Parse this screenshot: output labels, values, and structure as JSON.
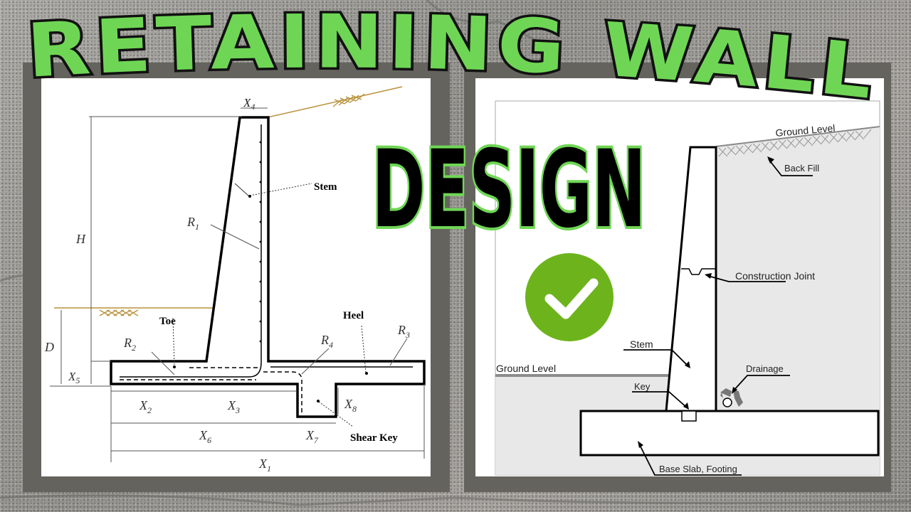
{
  "title": {
    "line1": "RETAINING WALL",
    "line2": "DESIGN",
    "line1_fill": "#6fd655",
    "line1_stroke": "#111111",
    "line2_fill": "#000000",
    "line2_stroke": "#6fd655"
  },
  "check_badge": {
    "icon": "check-circle-icon",
    "color": "#6db41c",
    "glyph": "✓"
  },
  "left_diagram": {
    "labels": {
      "x4": "X",
      "x4_sub": "4",
      "stem": "Stem",
      "h": "H",
      "r1": "R",
      "r1_sub": "1",
      "toe": "Toe",
      "heel": "Heel",
      "d": "D",
      "r2": "R",
      "r2_sub": "2",
      "r3": "R",
      "r3_sub": "3",
      "r4": "R",
      "r4_sub": "4",
      "x5": "X",
      "x5_sub": "5",
      "x2": "X",
      "x2_sub": "2",
      "x3": "X",
      "x3_sub": "3",
      "x8": "X",
      "x8_sub": "8",
      "x6": "X",
      "x6_sub": "6",
      "x7": "X",
      "x7_sub": "7",
      "shear_key": "Shear Key",
      "x1": "X",
      "x1_sub": "1"
    },
    "soil_color": "#b8903a"
  },
  "right_diagram": {
    "labels": {
      "ground_level_top": "Ground Level",
      "back_fill": "Back Fill",
      "construction_joint": "Construction Joint",
      "stem": "Stem",
      "ground_level_left": "Ground Level",
      "key": "Key",
      "drainage": "Drainage",
      "base_slab": "Base Slab, Footing"
    },
    "soil_fill": "#e8e8e8"
  }
}
